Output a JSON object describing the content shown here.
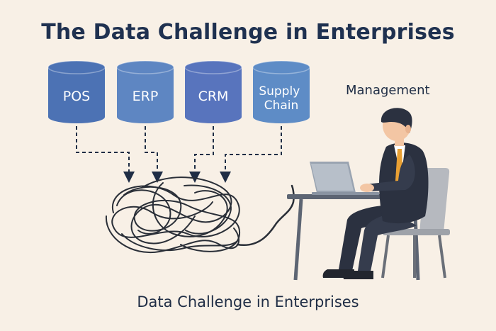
{
  "title": "The Data Challenge in Enterprises",
  "caption": "Data Challenge in Enterprises",
  "management_label": "Management",
  "sources": [
    {
      "line1": "POS",
      "line2": "",
      "color": "#4c72b4"
    },
    {
      "line1": "ERP",
      "line2": "",
      "color": "#5e86c2"
    },
    {
      "line1": "CRM",
      "line2": "",
      "color": "#5874bd"
    },
    {
      "line1": "Supply",
      "line2": "Chain",
      "color": "#5e8cc6"
    }
  ],
  "colors": {
    "background": "#f8f0e6",
    "title": "#1f3150",
    "tangle": "#2a2f38",
    "suit": "#2b3140",
    "tie": "#e9a033",
    "laptop": "#9aa4b1"
  },
  "icons": [
    "database-icon",
    "tangled-data-icon",
    "person-at-laptop-icon"
  ]
}
